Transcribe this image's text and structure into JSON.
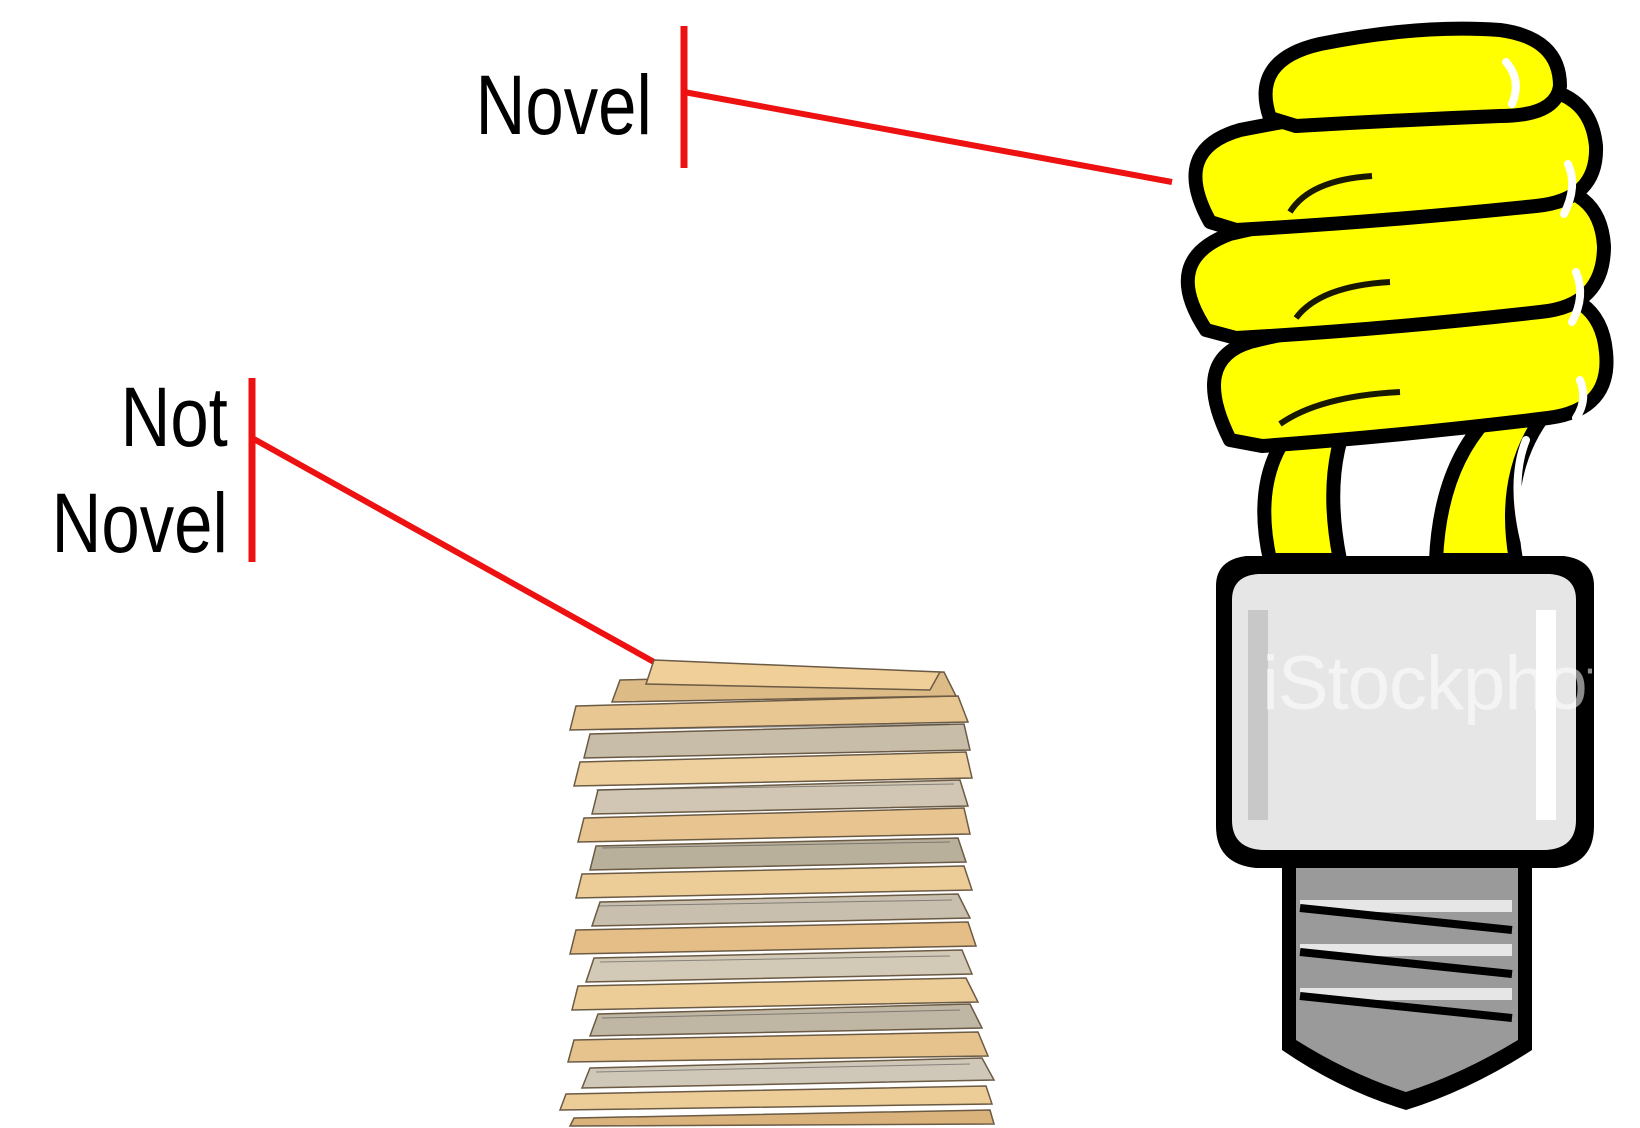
{
  "labels": {
    "novel": "Novel",
    "not_novel_line1": "Not",
    "not_novel_line2": "Novel"
  },
  "watermark": "iStockphoto",
  "colors": {
    "connector": "#ee1111",
    "bulb_glass": "#ffff00",
    "bulb_base": "#e6e6e6",
    "bulb_screw": "#9a9a9a",
    "paper": "#e8c490"
  },
  "icons": {
    "bulb": "light-bulb-icon",
    "papers": "paper-stack-icon"
  }
}
